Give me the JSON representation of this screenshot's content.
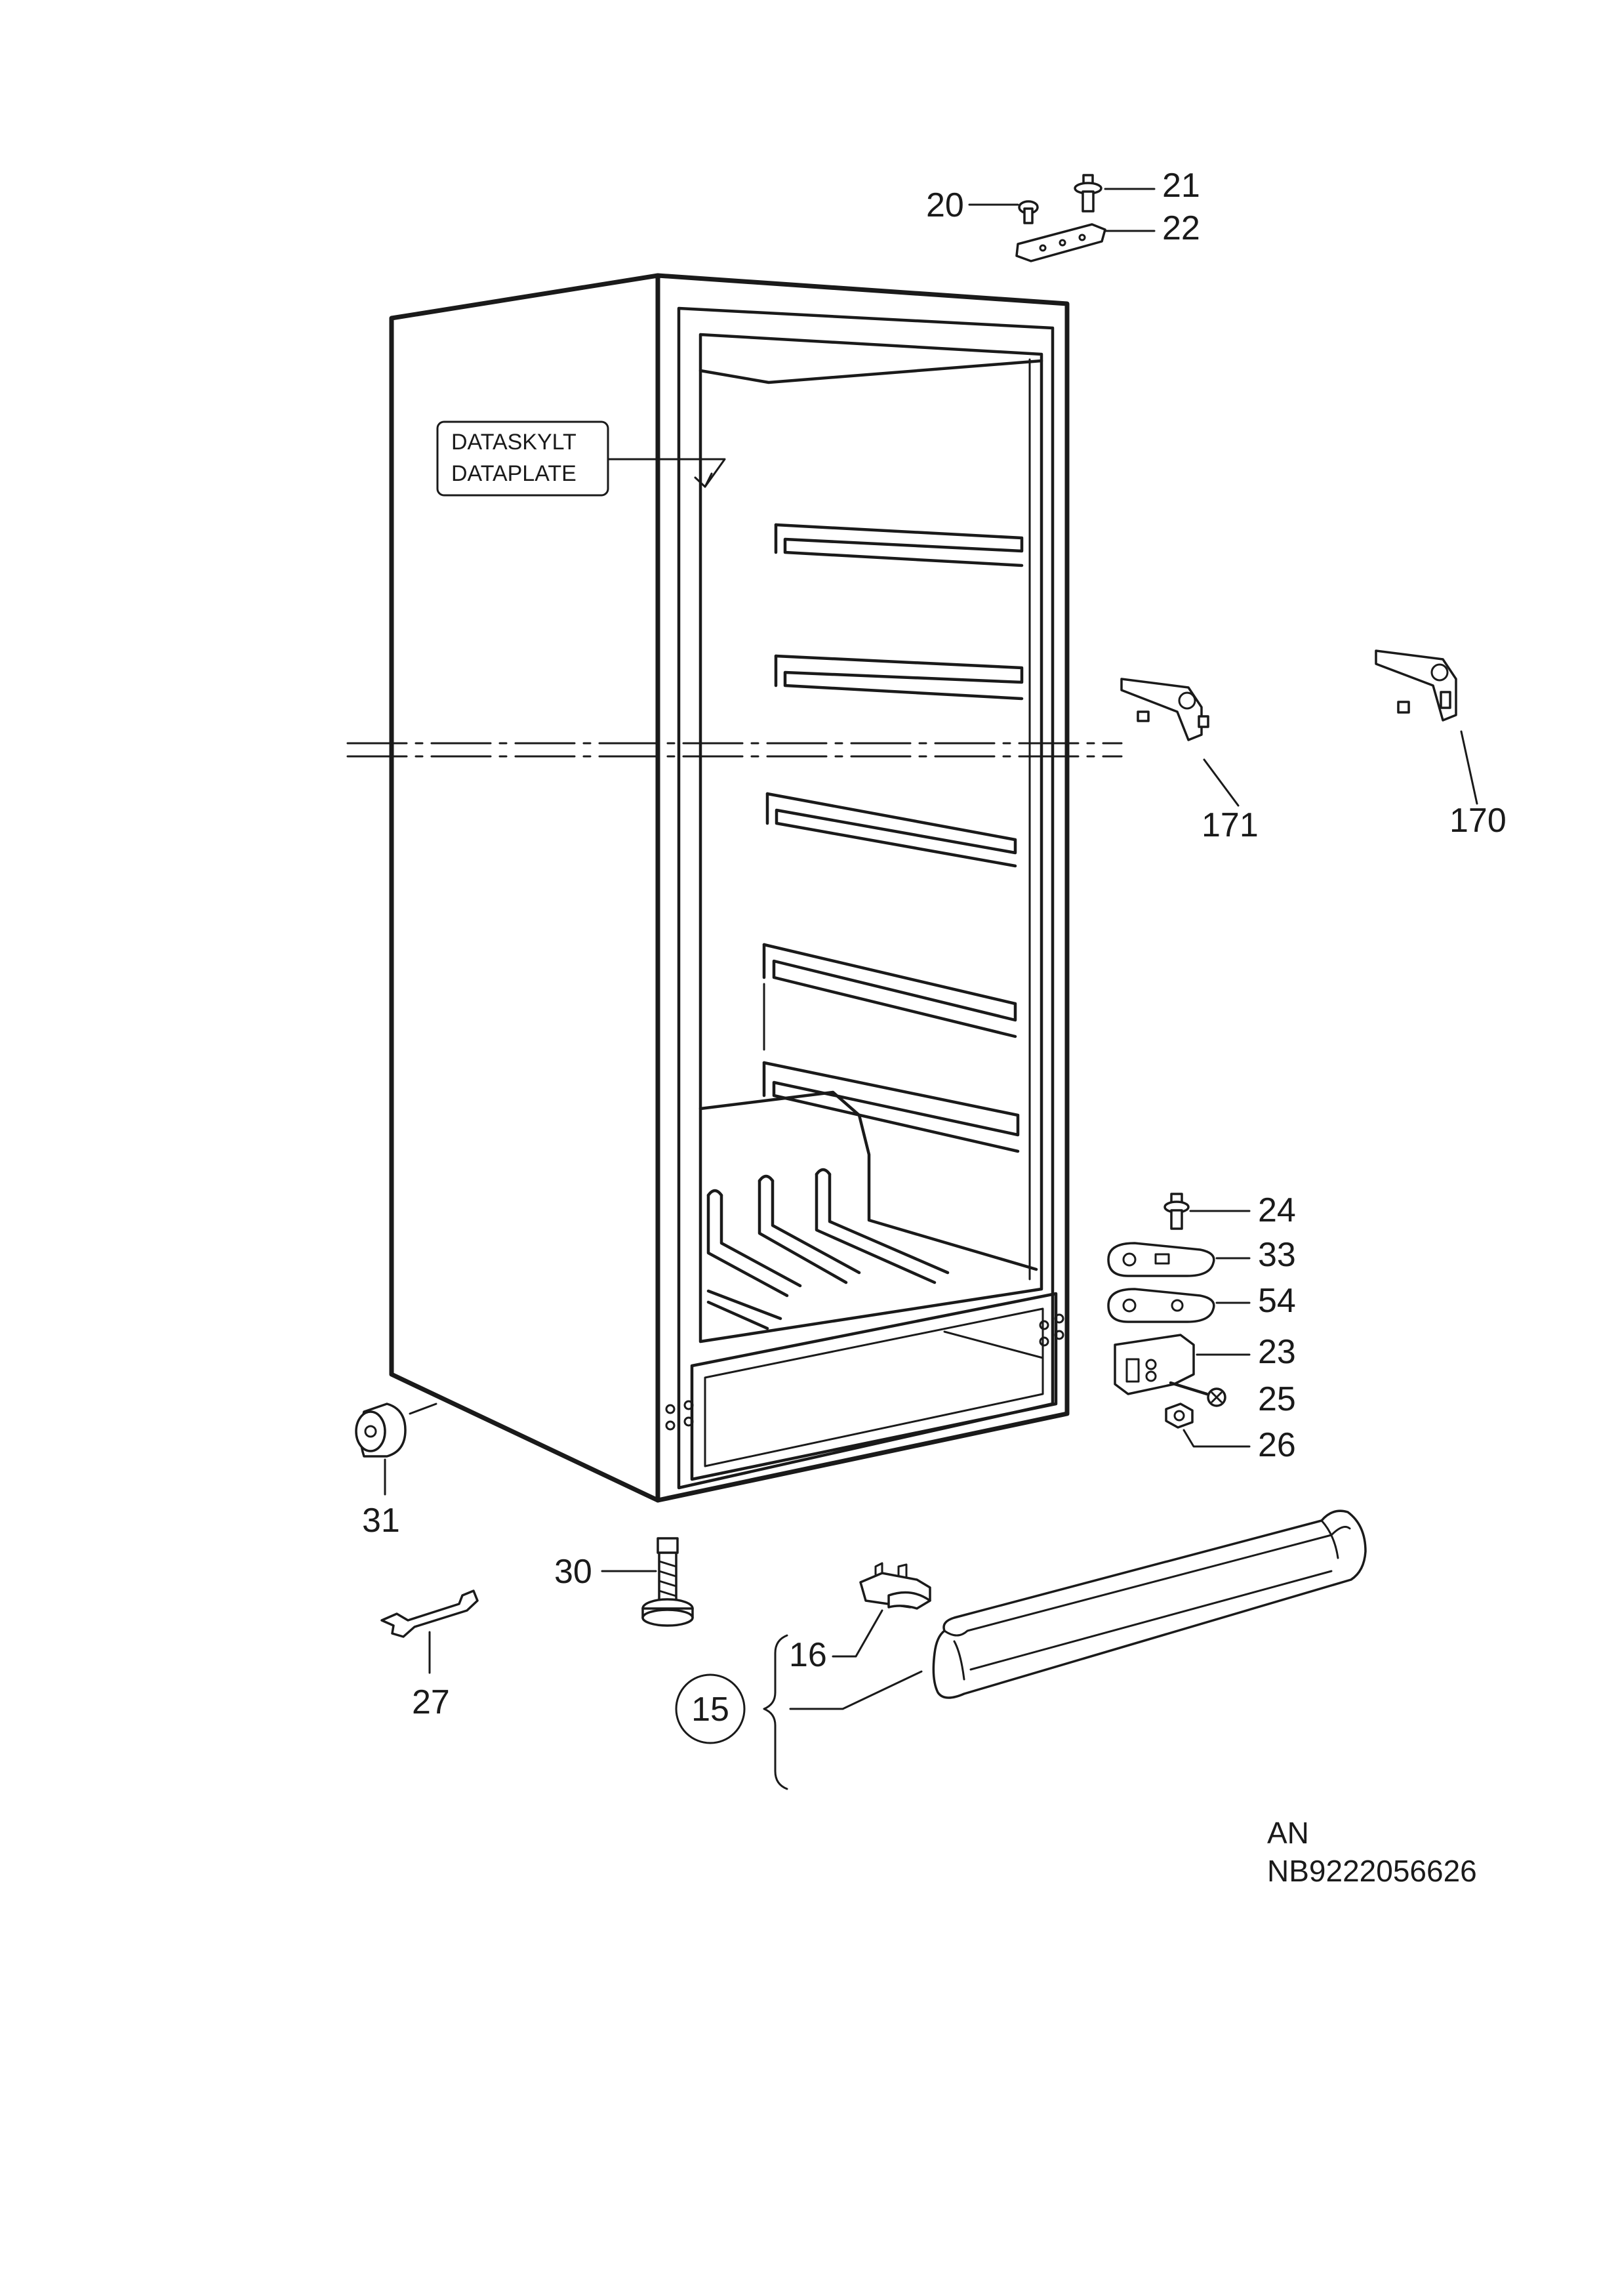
{
  "diagram": {
    "nameplate": {
      "line1": "DATASKYLT",
      "line2": "DATAPLATE"
    },
    "part_labels": [
      {
        "id": "20",
        "text": "20"
      },
      {
        "id": "21",
        "text": "21"
      },
      {
        "id": "22",
        "text": "22"
      },
      {
        "id": "171",
        "text": "171"
      },
      {
        "id": "170",
        "text": "170"
      },
      {
        "id": "24",
        "text": "24"
      },
      {
        "id": "33",
        "text": "33"
      },
      {
        "id": "54",
        "text": "54"
      },
      {
        "id": "23",
        "text": "23"
      },
      {
        "id": "25",
        "text": "25"
      },
      {
        "id": "26",
        "text": "26"
      },
      {
        "id": "31",
        "text": "31"
      },
      {
        "id": "30",
        "text": "30"
      },
      {
        "id": "27",
        "text": "27"
      },
      {
        "id": "16",
        "text": "16"
      },
      {
        "id": "15",
        "text": "15"
      }
    ],
    "reference": {
      "line1": "AN",
      "line2": "NB9222056626"
    }
  }
}
